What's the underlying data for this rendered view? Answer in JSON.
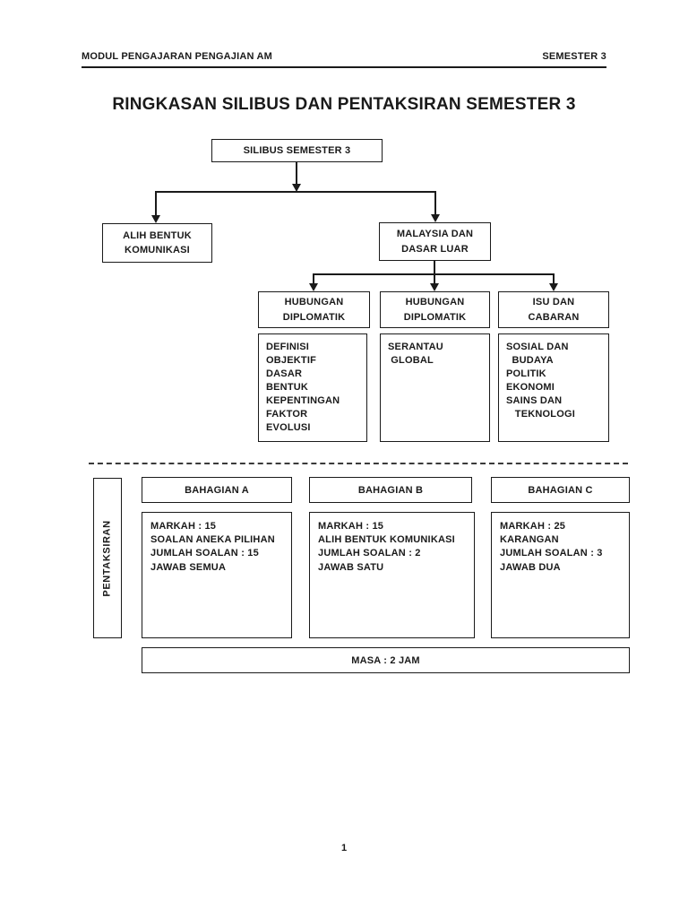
{
  "header": {
    "left": "MODUL PENGAJARAN PENGAJIAN AM",
    "right": "SEMESTER 3"
  },
  "title": "RINGKASAN SILIBUS DAN PENTAKSIRAN SEMESTER 3",
  "syllabus_chart": {
    "root": "SILIBUS SEMESTER 3",
    "branches": [
      {
        "label": [
          "ALIH BENTUK",
          "KOMUNIKASI"
        ]
      },
      {
        "label": [
          "MALAYSIA DAN",
          "DASAR LUAR"
        ]
      }
    ],
    "topics": [
      {
        "heading": [
          "HUBUNGAN",
          "DIPLOMATIK"
        ],
        "items": [
          "DEFINISI",
          "OBJEKTIF",
          "DASAR",
          "BENTUK",
          "KEPENTINGAN",
          "FAKTOR",
          "EVOLUSI"
        ]
      },
      {
        "heading": [
          "HUBUNGAN",
          "DIPLOMATIK"
        ],
        "items": [
          "SERANTAU",
          " GLOBAL"
        ]
      },
      {
        "heading": [
          "ISU DAN",
          "CABARAN"
        ],
        "items": [
          "SOSIAL DAN",
          "  BUDAYA",
          "POLITIK",
          "EKONOMI",
          "SAINS DAN",
          "   TEKNOLOGI"
        ]
      }
    ]
  },
  "assessment": {
    "side_label": "PENTAKSIRAN",
    "sections": [
      {
        "heading": "BAHAGIAN A",
        "details": [
          "MARKAH : 15",
          "SOALAN ANEKA PILIHAN",
          "JUMLAH SOALAN : 15",
          "JAWAB SEMUA"
        ]
      },
      {
        "heading": "BAHAGIAN B",
        "details": [
          "MARKAH : 15",
          "ALIH BENTUK KOMUNIKASI",
          "JUMLAH SOALAN : 2",
          "JAWAB SATU"
        ]
      },
      {
        "heading": "BAHAGIAN C",
        "details": [
          "MARKAH : 25",
          "KARANGAN",
          "JUMLAH SOALAN : 3",
          "JAWAB DUA"
        ]
      }
    ],
    "duration": "MASA : 2 JAM"
  },
  "footer": {
    "page_number": "1"
  },
  "colors": {
    "ink": "#1a1a1a",
    "paper": "#ffffff"
  }
}
